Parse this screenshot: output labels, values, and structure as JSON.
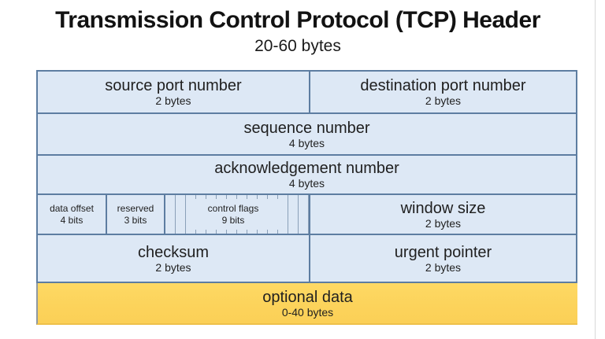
{
  "title": "Transmission Control Protocol (TCP) Header",
  "subtitle": "20-60 bytes",
  "fields": {
    "source_port": {
      "label": "source port number",
      "size": "2 bytes"
    },
    "destination_port": {
      "label": "destination port number",
      "size": "2 bytes"
    },
    "sequence_number": {
      "label": "sequence number",
      "size": "4 bytes"
    },
    "acknowledgement_number": {
      "label": "acknowledgement number",
      "size": "4 bytes"
    },
    "data_offset": {
      "label": "data offset",
      "size": "4 bits"
    },
    "reserved": {
      "label": "reserved",
      "size": "3 bits"
    },
    "control_flags": {
      "label": "control flags",
      "size": "9 bits"
    },
    "window_size": {
      "label": "window size",
      "size": "2 bytes"
    },
    "checksum": {
      "label": "checksum",
      "size": "2 bytes"
    },
    "urgent_pointer": {
      "label": "urgent pointer",
      "size": "2 bytes"
    },
    "optional_data": {
      "label": "optional data",
      "size": "0-40 bytes"
    }
  },
  "flags": {
    "cell_count": 14
  },
  "colors": {
    "cell_fill": "#dde8f5",
    "table_border": "#5d7da1",
    "flag_divider": "#8aa0b8",
    "optional_fill": "#fcd35b",
    "optional_bottom_edge": "#eec04a",
    "title_text": "#121212",
    "background": "#ffffff"
  }
}
